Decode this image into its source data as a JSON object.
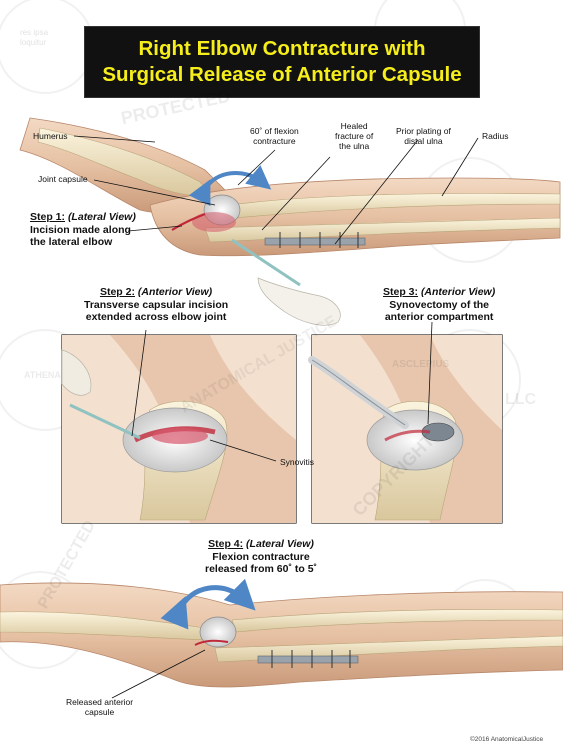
{
  "title": {
    "line1": "Right Elbow Contracture with",
    "line2": "Surgical Release of Anterior Capsule"
  },
  "labels": {
    "humerus": "Humerus",
    "flexion_line1": "60˚ of flexion",
    "flexion_line2": "contracture",
    "healed_line1": "Healed",
    "healed_line2": "fracture of",
    "healed_line3": "the ulna",
    "plating_line1": "Prior plating of",
    "plating_line2": "distal ulna",
    "radius": "Radius",
    "joint_capsule": "Joint capsule",
    "synovitis": "Synovitis",
    "released_line1": "Released anterior",
    "released_line2": "capsule"
  },
  "steps": [
    {
      "number": "Step 1:",
      "view": "(Lateral View)",
      "line1": "Incision made along",
      "line2": "the lateral elbow"
    },
    {
      "number": "Step 2:",
      "view": "(Anterior View)",
      "line1": "Transverse capsular incision",
      "line2": "extended across elbow joint"
    },
    {
      "number": "Step 3:",
      "view": "(Anterior View)",
      "line1": "Synovectomy of the",
      "line2": "anterior compartment"
    },
    {
      "number": "Step 4:",
      "view": "(Lateral View)",
      "line1": "Flexion contracture",
      "line2": "released from 60˚ to 5˚"
    }
  ],
  "watermark": {
    "protected": "PROTECTED",
    "copyright": "COPYRIGHT",
    "justice": "ANATOMICAL JUSTICE",
    "asclepius": "ASCLEPIUS",
    "athena": "ATHENA",
    "res_ipsa": "res ipsa",
    "loquitur": "loquitur",
    "llc": "LLC"
  },
  "copyright": "©2016 AnatomicalJustice",
  "colors": {
    "title_bg": "#111111",
    "title_text": "#f6ee1a",
    "skin": "#e9c9ae",
    "bone": "#efe3c4",
    "arrow_blue": "#4f86c6",
    "incision_red": "#c0283a",
    "panel_border": "#222222"
  }
}
